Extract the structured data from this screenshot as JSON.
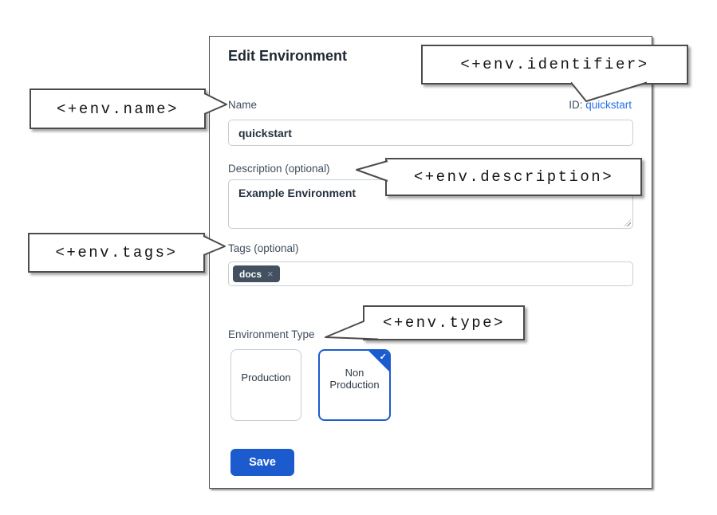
{
  "dialog": {
    "title": "Edit Environment",
    "id_field": {
      "label": "ID:",
      "value": "quickstart"
    },
    "name": {
      "label": "Name",
      "value": "quickstart"
    },
    "description": {
      "label": "Description (optional)",
      "value": "Example Environment"
    },
    "tags": {
      "label": "Tags (optional)",
      "chips": [
        {
          "label": "docs",
          "remove_icon": "×"
        }
      ]
    },
    "environment_type": {
      "label": "Environment Type",
      "options": [
        {
          "label": "Production",
          "selected": false
        },
        {
          "label": "Non Production",
          "selected": true
        }
      ]
    },
    "save_label": "Save"
  },
  "icons": {
    "check": "✓"
  },
  "callouts": {
    "identifier": "<+env.identifier>",
    "name": "<+env.name>",
    "description": "<+env.description>",
    "tags": "<+env.tags>",
    "type": "<+env.type>"
  },
  "colors": {
    "primary_blue": "#1b5bce",
    "link_blue": "#2570e8",
    "label_slate": "#3f4d5d",
    "chip_background": "#42505f",
    "callout_border": "#4c4c4c"
  }
}
